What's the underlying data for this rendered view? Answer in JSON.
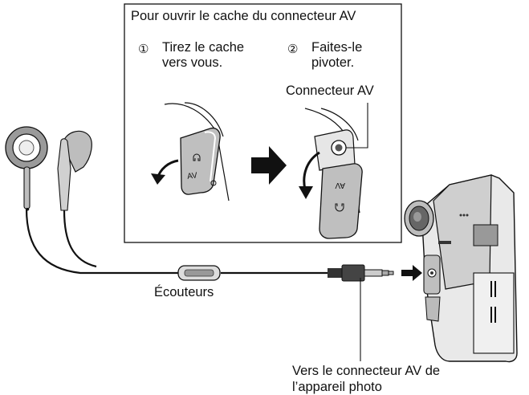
{
  "callout": {
    "title": "Pour ouvrir le cache du connecteur AV",
    "steps": [
      {
        "number": "①",
        "text": "Tirez le cache vers vous."
      },
      {
        "number": "②",
        "text": "Faites-le pivoter."
      }
    ],
    "connector_label": "Connecteur AV",
    "cover_marking": "AV"
  },
  "main": {
    "earphones_label": "Écouteurs",
    "camera_port_label": "Vers le connecteur AV de l’appareil photo"
  }
}
